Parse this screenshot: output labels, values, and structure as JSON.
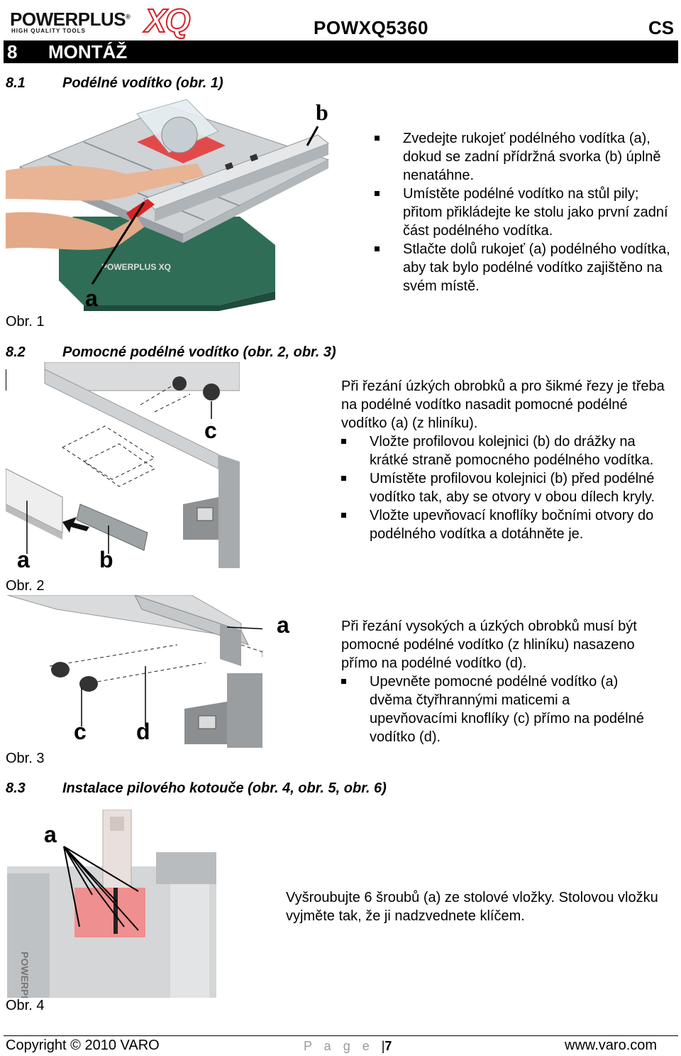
{
  "header": {
    "logo_brand": "POWERPLUS",
    "logo_reg": "®",
    "logo_tagline": "HIGH QUALITY TOOLS",
    "logo_xq": "XQ",
    "model": "POWXQ5360",
    "lang": "CS"
  },
  "section": {
    "number": "8",
    "title": "MONTÁŽ"
  },
  "s81": {
    "number": "8.1",
    "title": "Podélné vodítko (obr. 1)",
    "caption": "Obr. 1",
    "label_a": "a",
    "label_b": "b",
    "bullets": [
      "Zvedejte rukojeť podélného vodítka (a), dokud se zadní přídržná svorka (b) úplně nenatáhne.",
      "Umístěte podélné vodítko na stůl pily; přitom přikládejte ke stolu jako první zadní část podélného vodítka.",
      "Stlačte dolů rukojeť (a) podélného vodítka, aby tak bylo  podélné vodítko zajištěno na svém místě."
    ]
  },
  "s82": {
    "number": "8.2",
    "title": "Pomocné podélné vodítko (obr. 2, obr. 3)",
    "caption2": "Obr. 2",
    "caption3": "Obr. 3",
    "fig2_labels": {
      "a": "a",
      "b": "b",
      "c": "c"
    },
    "fig3_labels": {
      "a": "a",
      "c": "c",
      "d": "d"
    },
    "intro": "Při řezání úzkých obrobků a pro šikmé řezy je třeba na podélné vodítko nasadit pomocné podélné vodítko (a) (z hliníku).",
    "bullets": [
      "Vložte profilovou kolejnici (b) do drážky na krátké straně pomocného podélného vodítka.",
      "Umístěte profilovou kolejnici (b) před podélné vodítko tak, aby se otvory v obou dílech kryly.",
      "Vložte upevňovací knoflíky bočními otvory do podélného vodítka a dotáhněte je."
    ],
    "intro2": "Při řezání vysokých a úzkých obrobků musí být pomocné podélné vodítko (z hliníku) nasazeno přímo na podélné vodítko (d).",
    "bullets2": [
      "Upevněte pomocné podélné vodítko (a) dvěma čtyřhrannými maticemi a upevňovacími knoflíky (c) přímo na podélné vodítko (d)."
    ]
  },
  "s83": {
    "number": "8.3",
    "title": "Instalace pilového kotouče (obr. 4, obr. 5, obr. 6)",
    "caption": "Obr. 4",
    "label_a": "a",
    "text": "Vyšroubujte 6 šroubů (a) ze stolové vložky. Stolovou vložku vyjměte tak, že ji nadzvednete klíčem."
  },
  "footer": {
    "copyright": "Copyright © 2010 VARO",
    "page_word": "P a g e",
    "page_sep": "|",
    "page_num": "7",
    "url": "www.varo.com"
  }
}
